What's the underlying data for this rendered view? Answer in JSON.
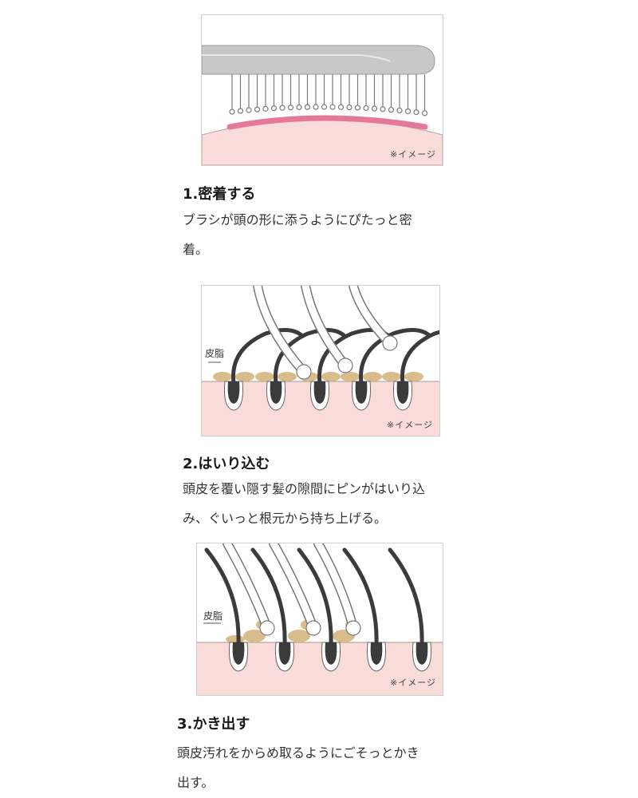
{
  "sections": [
    {
      "heading": "1.密着する",
      "body": "ブラシが頭の形に添うようにぴたっと密\n着。",
      "figure_caption": "※イメージ"
    },
    {
      "heading": "2.はいり込む",
      "body": "頭皮を覆い隠す髪の隙間にピンがはいり込\nみ、ぐいっと根元から持ち上げる。",
      "figure_caption": "※イメージ",
      "figure_label": "皮脂"
    },
    {
      "heading": "3.かき出す",
      "body": "頭皮汚れをからめ取るようにごそっとかき\n出す。",
      "figure_caption": "※イメージ",
      "figure_label": "皮脂"
    }
  ],
  "colors": {
    "skin": "#f9dcd9",
    "scalp_highlight": "#e4779a",
    "brush": "#c8c8c8",
    "hair": "#3b3b3b",
    "sebum": "#d8bc8a"
  }
}
